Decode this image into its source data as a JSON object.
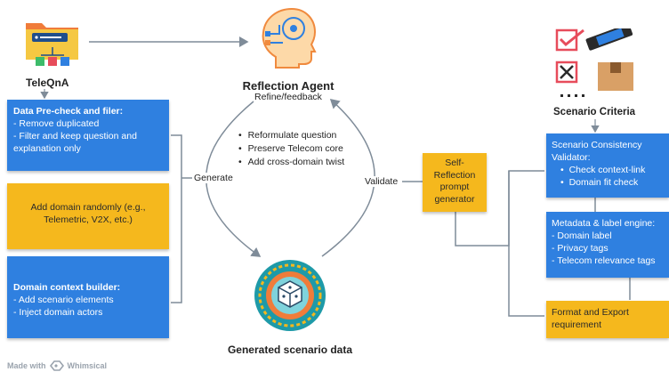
{
  "teleqna": {
    "label": "TeleQnA"
  },
  "agent": {
    "title": "Reflection Agent",
    "subtitle": "Refine/feedback"
  },
  "agent_tasks": [
    "Reformulate question",
    "Preserve Telecom core",
    "Add cross-domain twist"
  ],
  "left_boxes": {
    "precheck": {
      "title": "Data Pre-check and filer:",
      "items": [
        "- Remove duplicated",
        "- Filter and keep question and explanation only"
      ]
    },
    "domain_random": {
      "text": "Add domain randomly (e.g., Telemetric, V2X, etc.)"
    },
    "context_builder": {
      "title": "Domain context builder:",
      "items": [
        "- Add scenario elements",
        "- Inject domain actors"
      ]
    }
  },
  "edge_labels": {
    "generate": "Generate",
    "validate": "Validate"
  },
  "self_reflection": {
    "text": "Self-Reflection prompt generator"
  },
  "generated": {
    "label": "Generated scenario data"
  },
  "criteria": {
    "label": "Scenario Criteria"
  },
  "right_boxes": {
    "consistency": {
      "title": "Scenario Consistency Validator:",
      "items": [
        "Check context-link",
        "Domain fit check"
      ]
    },
    "metadata": {
      "title": "Metadata & label engine:",
      "items": [
        "- Domain label",
        "- Privacy tags",
        "- Telecom relevance tags"
      ]
    },
    "format": {
      "text": "Format and Export requirement"
    }
  },
  "footer": {
    "made_with": "Made with",
    "brand": "Whimsical"
  },
  "colors": {
    "blue": "#2f80e0",
    "yellow": "#f5b81d",
    "teal": "#1e9aa8",
    "line": "#7f8c99"
  }
}
